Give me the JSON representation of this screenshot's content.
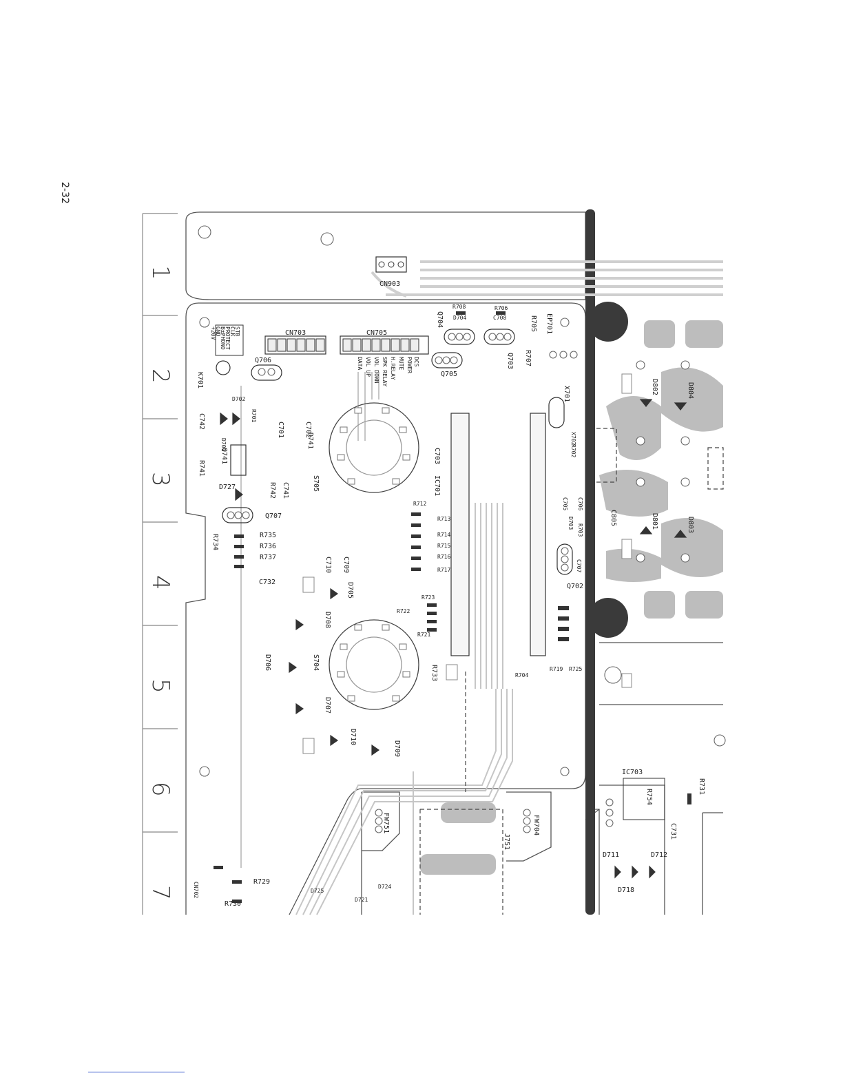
{
  "page": {
    "number": "2-32"
  },
  "grid_rows": [
    "1",
    "2",
    "3",
    "4",
    "5",
    "6",
    "7"
  ],
  "connector_labels": {
    "cn903": "CN903",
    "cn703": "CN703",
    "cn705": "CN705",
    "cn702": "CN702",
    "fw751": "FW751",
    "fw704": "FW704",
    "ep701": "EP701",
    "j751": "J751"
  },
  "cn703_pins": [
    "STB",
    "CLK",
    "PROTECT",
    "B±PHONO",
    "GND",
    "+20V"
  ],
  "cn705_pins": [
    "DCS",
    "POWER",
    "MUTE",
    "H.RELAY",
    "SPK RELAY",
    "VOL DOWN",
    "VOL UP",
    "DATA"
  ],
  "ic_labels": {
    "ic701": "IC701",
    "ic703": "IC703"
  },
  "switch_labels": {
    "s705": "S705",
    "s704": "S704"
  },
  "transistors": [
    "Q704",
    "Q705",
    "Q703",
    "Q706",
    "Q707",
    "Q702",
    "Q741"
  ],
  "diodes": [
    "D704",
    "D702",
    "D701",
    "D741",
    "D727",
    "D705",
    "D708",
    "D706",
    "D707",
    "D710",
    "D709",
    "D703",
    "D711",
    "D712",
    "D718",
    "D725",
    "D721",
    "D724",
    "D802",
    "D804",
    "D801",
    "D803"
  ],
  "resistors": [
    "R708",
    "R706",
    "R705",
    "R707",
    "R701",
    "R741",
    "R742",
    "R735",
    "R736",
    "R737",
    "R734",
    "R712",
    "R713",
    "R714",
    "R715",
    "R716",
    "R717",
    "R723",
    "R722",
    "R721",
    "R733",
    "R702",
    "R703",
    "R704",
    "R719",
    "R725",
    "R754",
    "R731",
    "R729",
    "R730"
  ],
  "capacitors": [
    "C708",
    "C742",
    "C701",
    "C702",
    "C741",
    "C732",
    "C703",
    "C710",
    "C709",
    "C706",
    "C705",
    "C707",
    "C805",
    "C731"
  ],
  "crystals": [
    "X701",
    "X702"
  ],
  "relays": [
    "K701"
  ],
  "colors": {
    "trace": "#c8c8c8",
    "copper": "#b5b5b5",
    "board_edge": "#555555",
    "thick_line": "#3a3a3a",
    "ink": "#222222"
  }
}
